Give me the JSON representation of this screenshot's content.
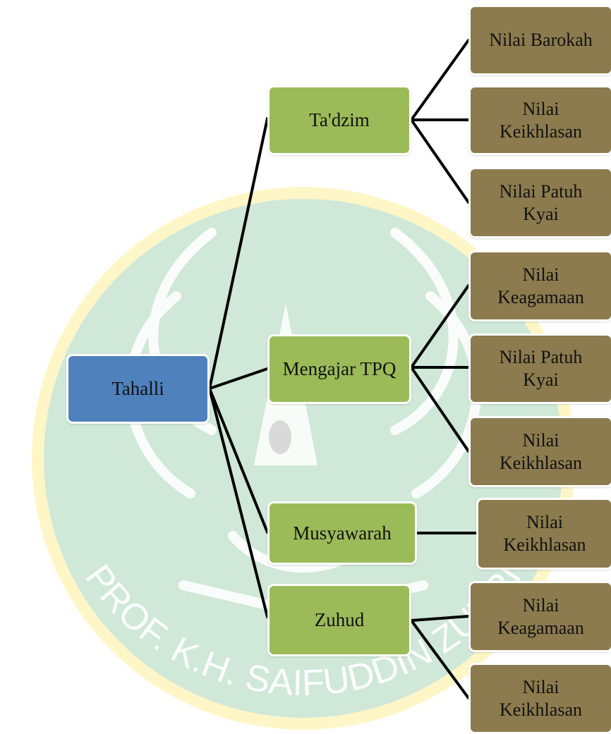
{
  "diagram": {
    "root": {
      "label": "Tahalli",
      "color": "#4f81bd"
    },
    "branches": [
      {
        "label": "Ta'dzim",
        "children": [
          "Nilai Barokah",
          "Nilai\nKeikhlasan",
          "Nilai Patuh\nKyai"
        ]
      },
      {
        "label": "Mengajar TPQ",
        "children": [
          "Nilai\nKeagamaan",
          "Nilai Patuh\nKyai",
          "Nilai\nKeikhlasan"
        ]
      },
      {
        "label": "Musyawarah",
        "children": [
          "Nilai\nKeikhlasan"
        ]
      },
      {
        "label": "Zuhud",
        "children": [
          "Nilai\nKeagamaan",
          "Nilai\nKeikhlasan"
        ]
      }
    ],
    "colors": {
      "mid": "#9bbb59",
      "leaf": "#8c7b4e",
      "line": "#000000"
    }
  },
  "watermark": {
    "arc_text": "PROF. K.H. SAIFUDDIN ZUHRI",
    "colors": {
      "circle": "#cfe8d8",
      "ring": "#fff3b0",
      "text": "#ffffff"
    }
  }
}
